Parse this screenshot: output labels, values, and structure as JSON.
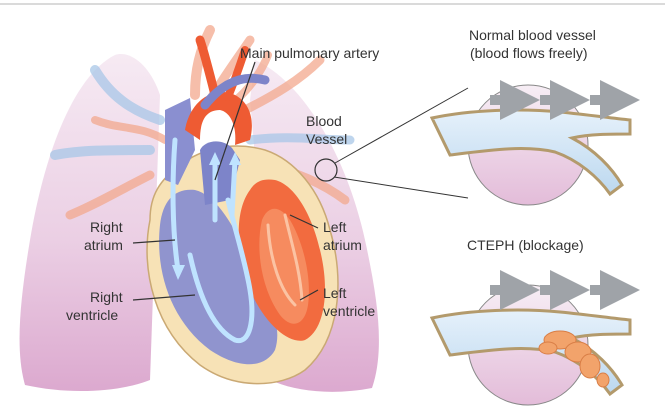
{
  "labels": {
    "main_pulmonary_artery": "Main pulmonary artery",
    "blood_vessel_line1": "Blood",
    "blood_vessel_line2": "Vessel",
    "right_atrium_line1": "Right",
    "right_atrium_line2": "atrium",
    "right_ventricle_line1": "Right",
    "right_ventricle_line2": "ventricle",
    "left_atrium_line1": "Left",
    "left_atrium_line2": "atrium",
    "left_ventricle_line1": "Left",
    "left_ventricle_line2": "ventricle"
  },
  "insets": {
    "normal": {
      "title_line1": "Normal blood vessel",
      "title_line2": "(blood flows freely)"
    },
    "cteph": {
      "title": "CTEPH (blockage)"
    }
  },
  "colors": {
    "lung": "#e6c4df",
    "venous_blue": "#8a8fd0",
    "arterial_red": "#f26b3f",
    "flow_arrow": "#9fa3a8",
    "clot": "#f2a36b"
  }
}
